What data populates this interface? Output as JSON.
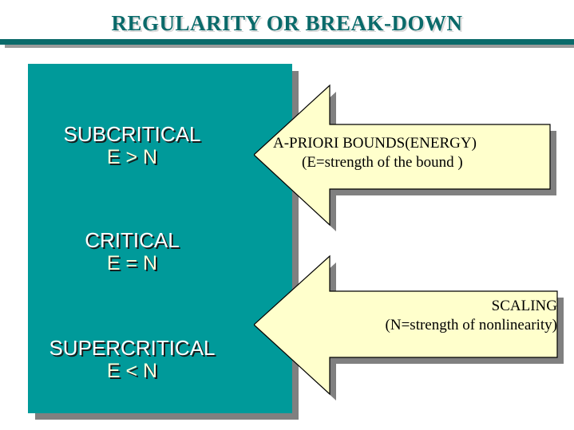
{
  "slide": {
    "title": "REGULARITY OR BREAK-DOWN",
    "colors": {
      "title_text": "#0a6a6a",
      "title_shadow": "#d8d8d8",
      "rule": "#0a6a6a",
      "rule_shadow": "#9a9a9a",
      "panel_fill": "#009a9a",
      "panel_shadow": "#808080",
      "panel_head_text": "#ffffff",
      "panel_sub_text": "#ffffdd",
      "arrow_fill": "#ffffcc",
      "arrow_outline": "#000000",
      "arrow_shadow": "#808080",
      "arrow_text": "#000000"
    }
  },
  "panel": {
    "regimes": [
      {
        "name": "SUBCRITICAL",
        "relation": "E > N"
      },
      {
        "name": "CRITICAL",
        "relation": "E = N"
      },
      {
        "name": "SUPERCRITICAL",
        "relation": "E < N"
      }
    ]
  },
  "arrows": [
    {
      "id": "a-priori-bounds",
      "direction": "left",
      "line1": "A-PRIORI  BOUNDS(ENERGY)",
      "line2": "(E=strength of the bound )"
    },
    {
      "id": "scaling",
      "direction": "left",
      "line1": "SCALING",
      "line2": "(N=strength of nonlinearity)"
    }
  ]
}
